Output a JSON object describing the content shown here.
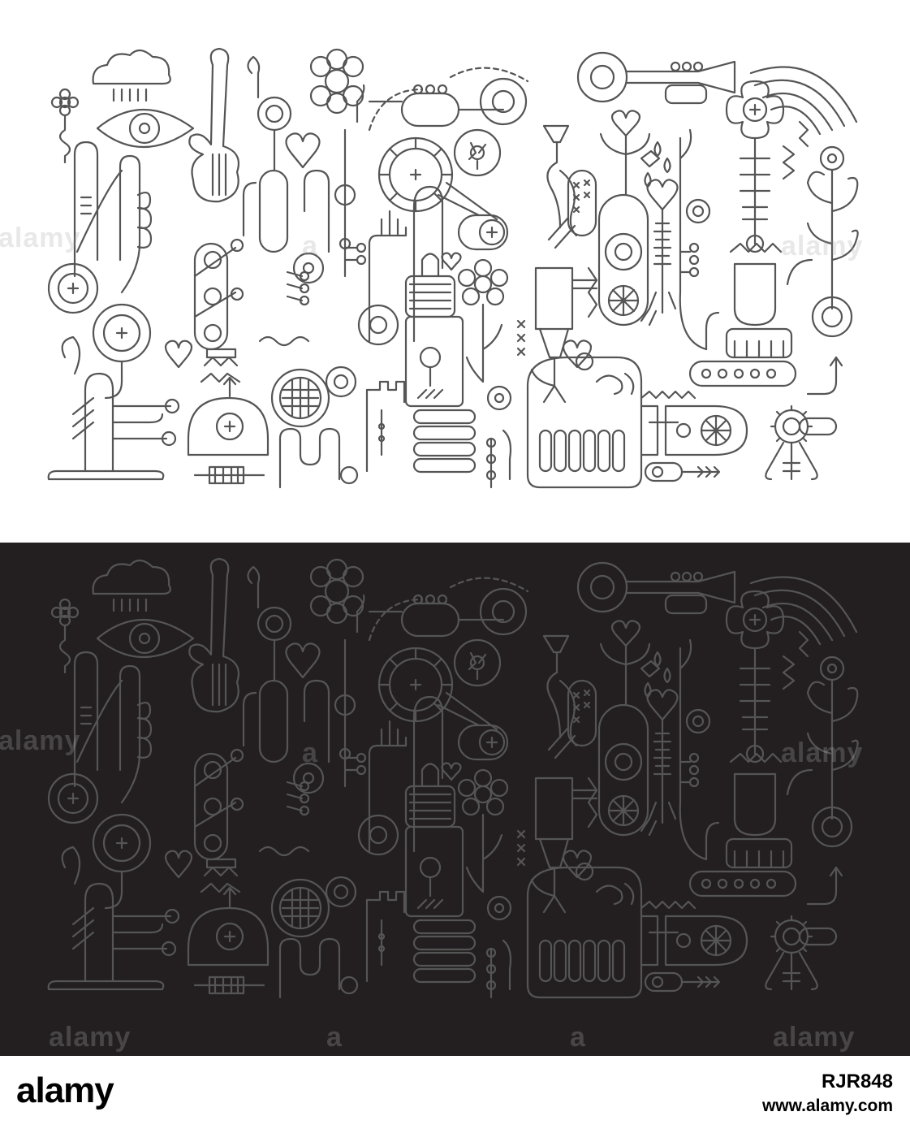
{
  "watermark": {
    "brand": "alamy",
    "alt_mark": "a"
  },
  "footer": {
    "logo_text": "alamy",
    "image_id": "RJR848",
    "url": "www.alamy.com"
  },
  "colors": {
    "light_bg": "#ffffff",
    "light_line": "#555555",
    "dark_bg": "#231f20",
    "dark_line": "#ffffff"
  }
}
